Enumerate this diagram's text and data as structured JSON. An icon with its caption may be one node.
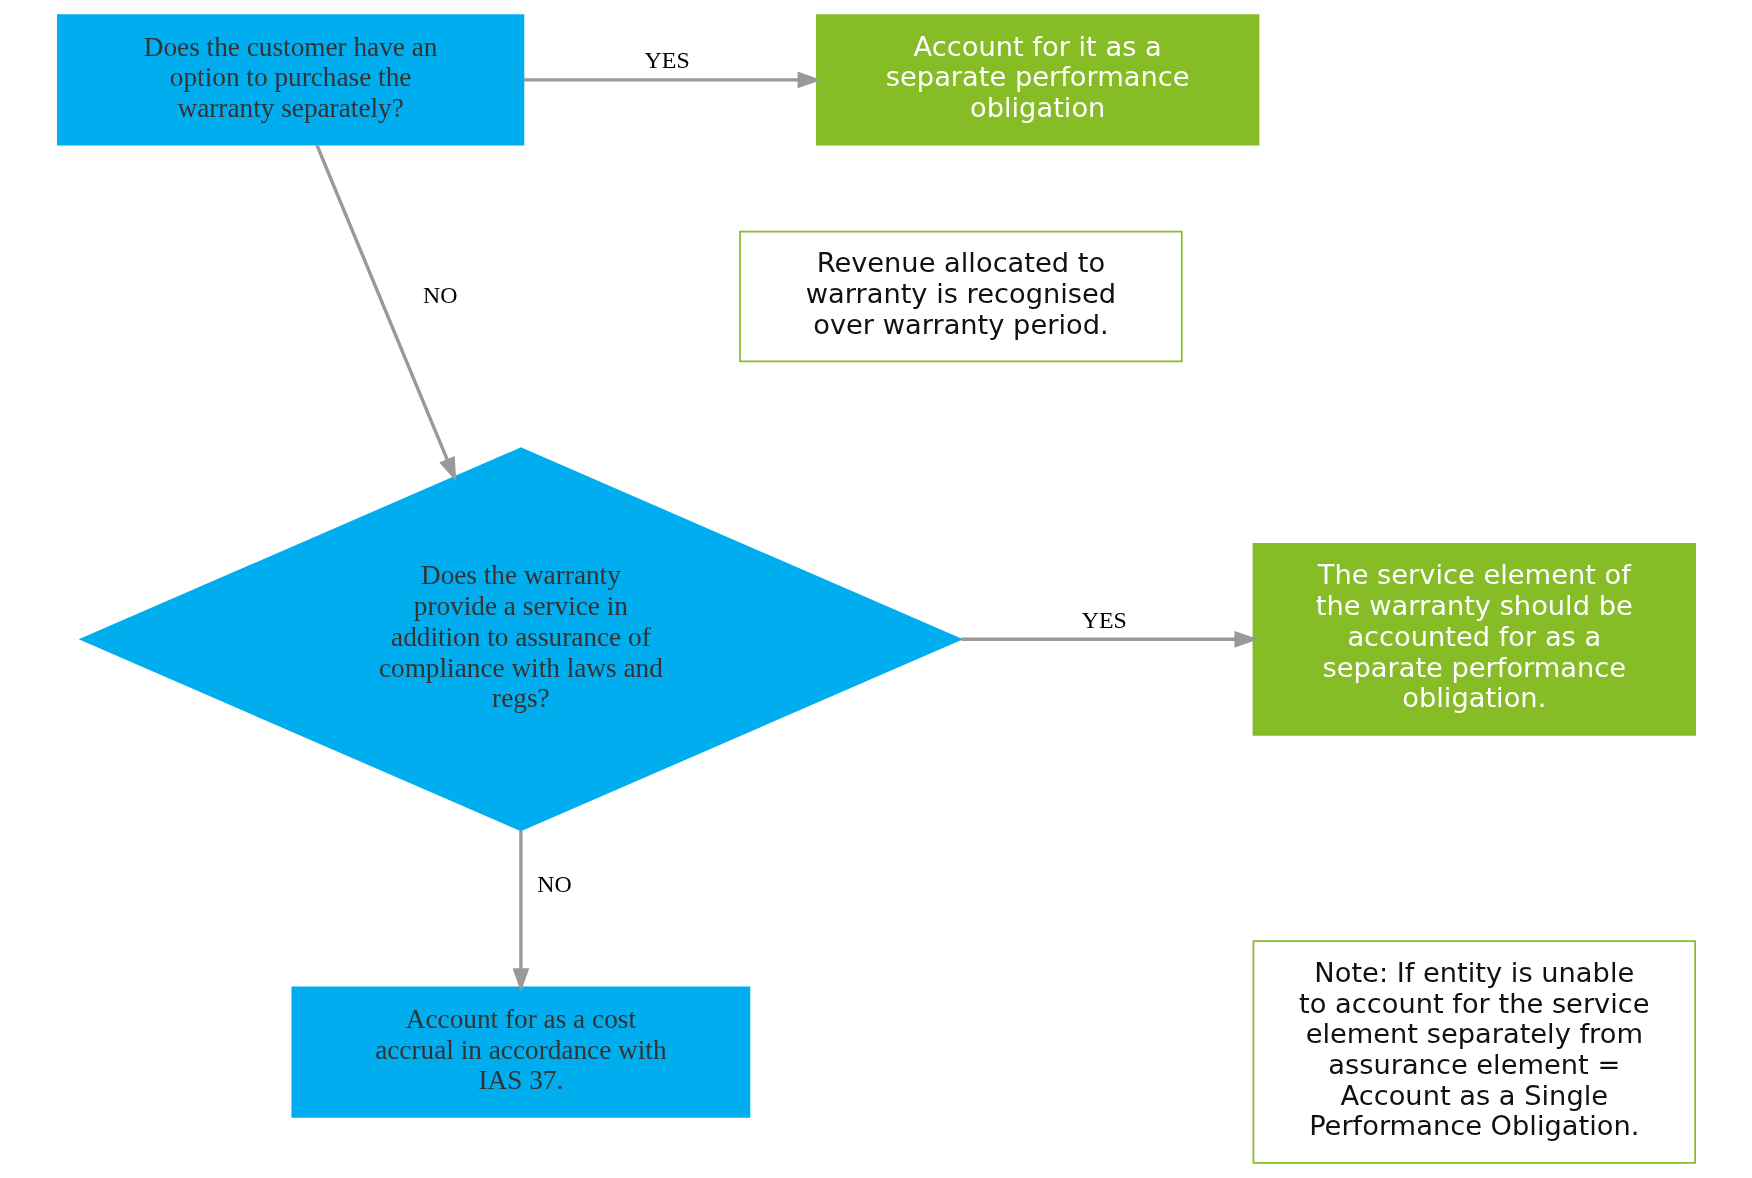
{
  "diagram": {
    "nodes": [
      {
        "text": [
          "Does the customer have an option to purchase the warranty separately?"
        ]
      },
      {
        "text": [
          "Account for it as a separate performance obligation"
        ]
      },
      {
        "text": [
          "Revenue allocated to warranty is recognised over warranty period."
        ]
      },
      {
        "text": [
          "Does the warranty provide a service in addition to assurance of compliance with laws and regs?"
        ]
      },
      {
        "text": [
          "The service element of the warranty should be accounted for as a separate performance obligation."
        ]
      },
      {
        "text": [
          "Note: If entity is unable to account for the service element separately from assurance element = Account as a Single Performance Obligation."
        ]
      },
      {
        "text": [
          "Account for as a cost accrual in accordance with IAS 37."
        ]
      }
    ],
    "edges": [
      {
        "from": 0,
        "to": 1,
        "arrow": "to",
        "label": "YES"
      },
      {
        "from": 0,
        "to": 3,
        "arrow": "to",
        "label": "NO"
      },
      {
        "from": 3,
        "to": 4,
        "arrow": "to",
        "label": "YES"
      },
      {
        "from": 3,
        "to": 6,
        "arrow": "to",
        "label": "NO"
      }
    ]
  }
}
